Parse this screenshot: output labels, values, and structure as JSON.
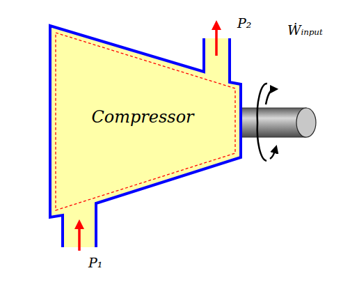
{
  "diagram": {
    "nodes": [
      {
        "text": [
          "Compressor"
        ]
      }
    ],
    "labels": [
      "P₂",
      "P₁",
      "Ẇᵢₙₚᵤₜ"
    ]
  }
}
